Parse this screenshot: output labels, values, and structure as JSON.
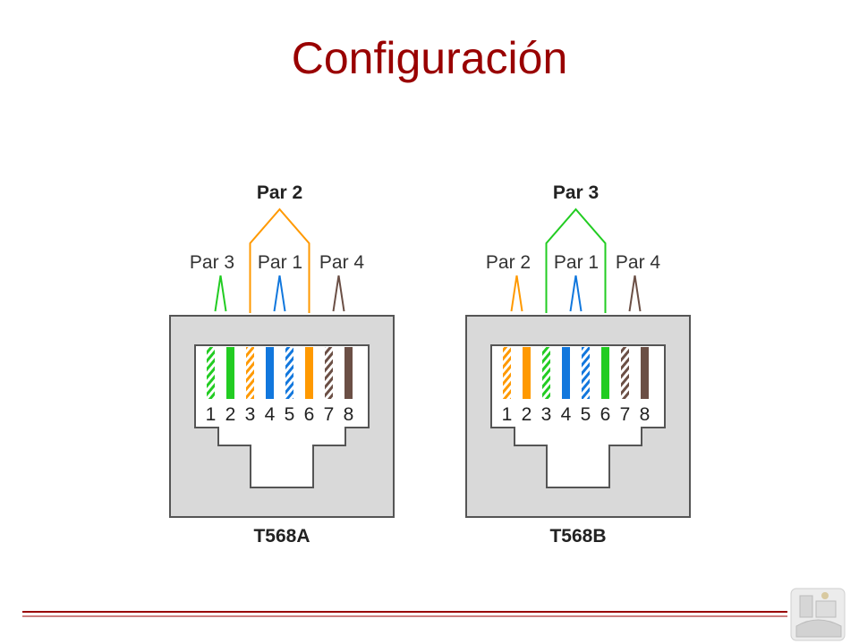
{
  "slide": {
    "title": "Configuración"
  },
  "colors": {
    "title": "#990000",
    "green": "#22cc22",
    "orange": "#ff9900",
    "blue": "#1177dd",
    "brown": "#6b4f45",
    "jack": "#d9d9d9",
    "footer_line": "#990000"
  },
  "connectors": [
    {
      "standard": "T568A",
      "top_label": "Par 2",
      "side_labels": [
        "Par 3",
        "Par 1",
        "Par 4"
      ],
      "pins": [
        {
          "number": "1",
          "color": "green",
          "striped": true
        },
        {
          "number": "2",
          "color": "green",
          "striped": false
        },
        {
          "number": "3",
          "color": "orange",
          "striped": true
        },
        {
          "number": "4",
          "color": "blue",
          "striped": false
        },
        {
          "number": "5",
          "color": "blue",
          "striped": true
        },
        {
          "number": "6",
          "color": "orange",
          "striped": false
        },
        {
          "number": "7",
          "color": "brown",
          "striped": true
        },
        {
          "number": "8",
          "color": "brown",
          "striped": false
        }
      ],
      "top_pair_color": "orange",
      "side_pair_colors": [
        "green",
        "blue",
        "brown"
      ]
    },
    {
      "standard": "T568B",
      "top_label": "Par 3",
      "side_labels": [
        "Par 2",
        "Par 1",
        "Par 4"
      ],
      "pins": [
        {
          "number": "1",
          "color": "orange",
          "striped": true
        },
        {
          "number": "2",
          "color": "orange",
          "striped": false
        },
        {
          "number": "3",
          "color": "green",
          "striped": true
        },
        {
          "number": "4",
          "color": "blue",
          "striped": false
        },
        {
          "number": "5",
          "color": "blue",
          "striped": true
        },
        {
          "number": "6",
          "color": "green",
          "striped": false
        },
        {
          "number": "7",
          "color": "brown",
          "striped": true
        },
        {
          "number": "8",
          "color": "brown",
          "striped": false
        }
      ],
      "top_pair_color": "green",
      "side_pair_colors": [
        "orange",
        "blue",
        "brown"
      ]
    }
  ],
  "logo": {
    "icon": "institution-seal-icon"
  }
}
